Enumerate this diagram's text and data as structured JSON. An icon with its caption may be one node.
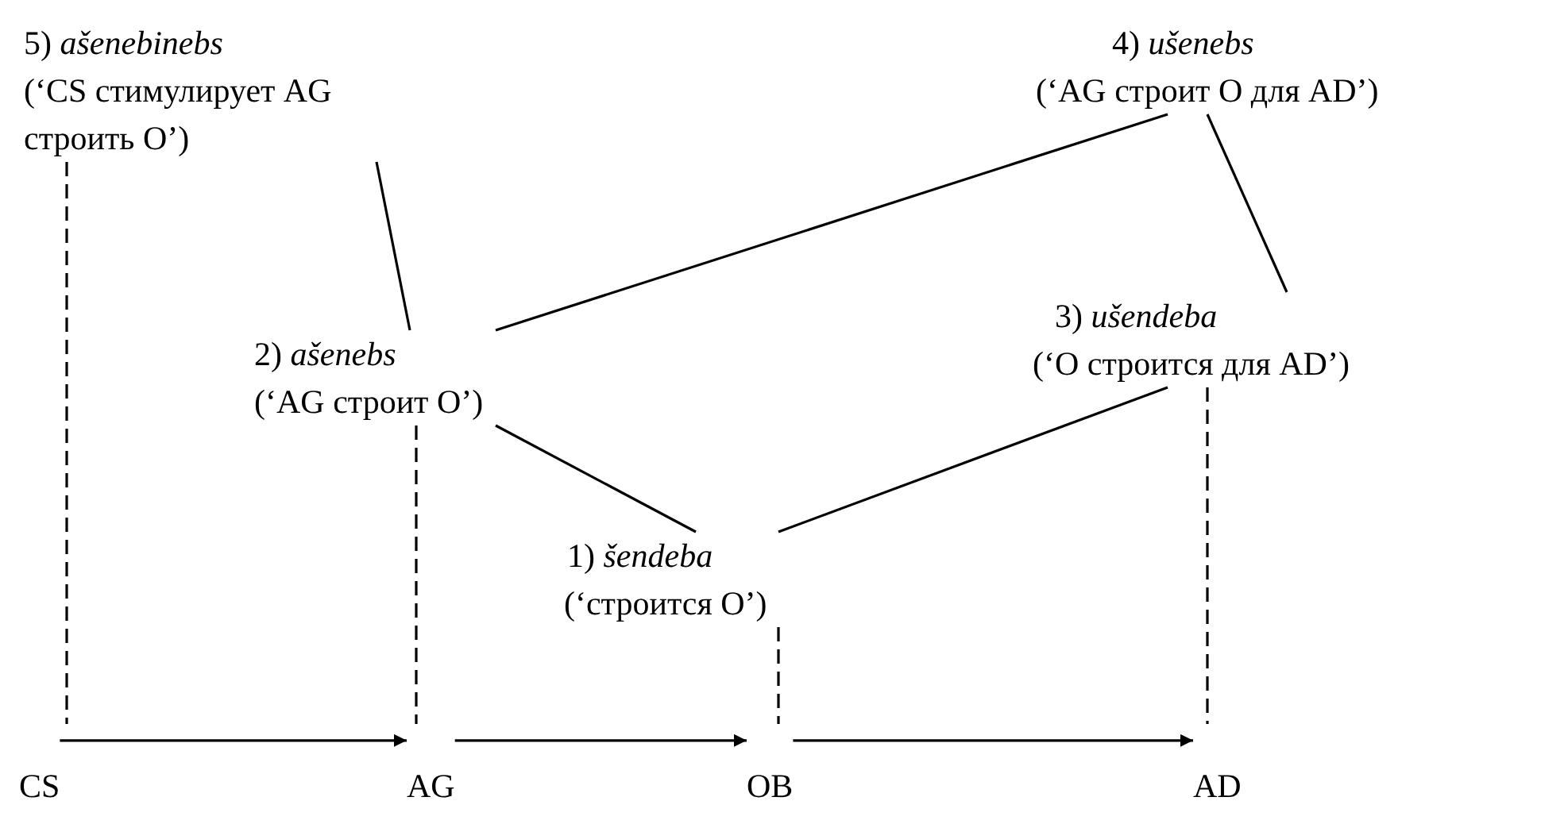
{
  "diagram": {
    "nodes": [
      {
        "text": [
          "5) *ašenebinebs*",
          "(‘CS стимулирует AG строить O’)"
        ]
      },
      {
        "text": [
          "4) *ušenebs*",
          "(‘AG строит O для AD’)"
        ]
      },
      {
        "text": [
          "2) *ašenebs*",
          "(‘AG строит O’)"
        ]
      },
      {
        "text": [
          "3)  *ušendeba*",
          "(‘O строится для AD’)"
        ]
      },
      {
        "text": [
          "1)  *šendeba*",
          "(‘строится O’)"
        ]
      },
      {
        "text": [
          "CS"
        ]
      },
      {
        "text": [
          "AG"
        ]
      },
      {
        "text": [
          "OB"
        ]
      },
      {
        "text": [
          "AD"
        ]
      }
    ],
    "edges": [
      {
        "from": 0,
        "to": 2,
        "arrow": "none"
      },
      {
        "from": 1,
        "to": 2,
        "arrow": "none"
      },
      {
        "from": 1,
        "to": 3,
        "arrow": "none"
      },
      {
        "from": 2,
        "to": 4,
        "arrow": "none"
      },
      {
        "from": 3,
        "to": 4,
        "arrow": "none"
      },
      {
        "from": 0,
        "to": 5,
        "arrow": "none",
        "style": "dashed"
      },
      {
        "from": 2,
        "to": 6,
        "arrow": "none",
        "style": "dashed"
      },
      {
        "from": 4,
        "to": 7,
        "arrow": "none",
        "style": "dashed"
      },
      {
        "from": 3,
        "to": 8,
        "arrow": "none",
        "style": "dashed"
      },
      {
        "from": 5,
        "to": 6,
        "arrow": "to"
      },
      {
        "from": 6,
        "to": 7,
        "arrow": "to"
      },
      {
        "from": 7,
        "to": 8,
        "arrow": "to"
      }
    ]
  }
}
